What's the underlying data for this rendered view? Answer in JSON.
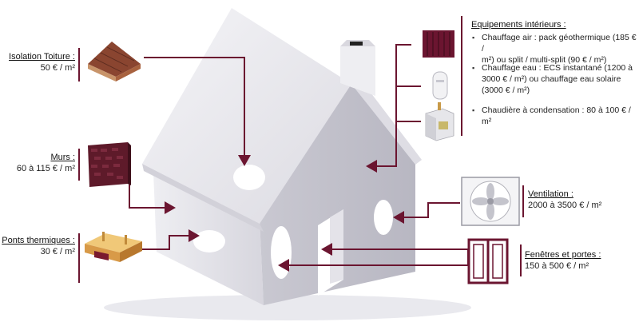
{
  "colors": {
    "accent": "#6b1530",
    "house": "#e8e7ec",
    "wall": "#cfced6"
  },
  "left": [
    {
      "title": "Isolation Toiture :",
      "value": "50 € / m²",
      "icon": "roof-insulation-icon"
    },
    {
      "title": "Murs :",
      "value": "60 à 115 € / m²",
      "icon": "wall-brick-icon"
    },
    {
      "title": "Ponts thermiques :",
      "value": "30 € / m²",
      "icon": "thermal-bridge-icon"
    }
  ],
  "equipment": {
    "title": "Equipements intérieurs :",
    "items": [
      {
        "lines": [
          "Chauffage air : pack géothermique (185 € /",
          "m²) ou split / multi-split (90 € / m²)"
        ],
        "icon": "radiator-icon"
      },
      {
        "lines": [
          "Chauffage eau : ECS instantané (1200 à",
          "3000 € / m²) ou chauffage eau solaire",
          "(3000 € / m²)"
        ],
        "icon": "water-heater-icon"
      },
      {
        "lines": [
          "Chaudière à condensation : 80 à 100 € /",
          "m²"
        ],
        "icon": "boiler-icon"
      }
    ]
  },
  "ventilation": {
    "title": "Ventilation :",
    "value": "2000 à 3500 € / m²",
    "icon": "fan-icon"
  },
  "windows": {
    "title": "Fenêtres et portes :",
    "value": "150 à 500 € / m²",
    "icon": "window-icon"
  }
}
